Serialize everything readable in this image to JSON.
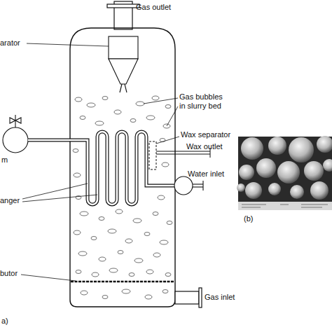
{
  "diagram": {
    "labels": [
      "Gas outlet",
      "arator",
      "Gas bubbles in slurry bed",
      "Wax separator",
      "m",
      "Wax outlet",
      "anger",
      "Water inlet",
      "butor",
      "Gas inlet",
      "a)",
      "(b)"
    ]
  }
}
